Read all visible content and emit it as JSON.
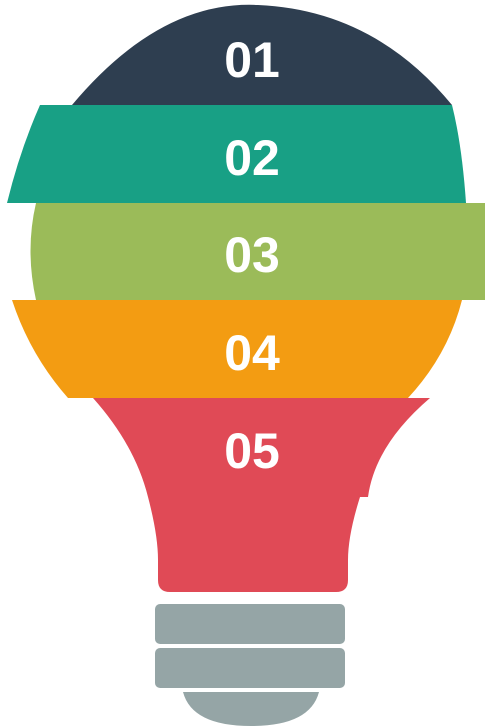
{
  "bulb": {
    "bands": [
      {
        "label": "01",
        "color": "#2E3E50"
      },
      {
        "label": "02",
        "color": "#18A085"
      },
      {
        "label": "03",
        "color": "#9BBB59"
      },
      {
        "label": "04",
        "color": "#F39C12"
      },
      {
        "label": "05",
        "color": "#E04A56"
      }
    ],
    "neck_color": "#E04A56",
    "base_color": "#95A5A6"
  }
}
